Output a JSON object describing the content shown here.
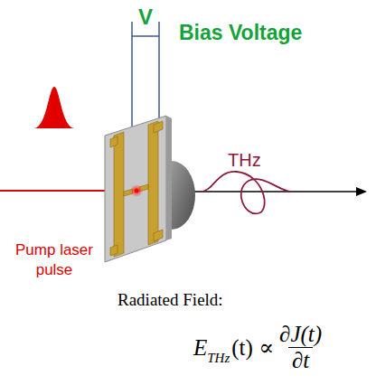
{
  "diagram": {
    "labels": [
      "V",
      "Bias Voltage",
      "Pump laser pulse",
      "THz",
      "Radiated Field:",
      "E",
      "THz",
      "(t) ∝",
      "∂J(t)",
      "∂t"
    ]
  }
}
